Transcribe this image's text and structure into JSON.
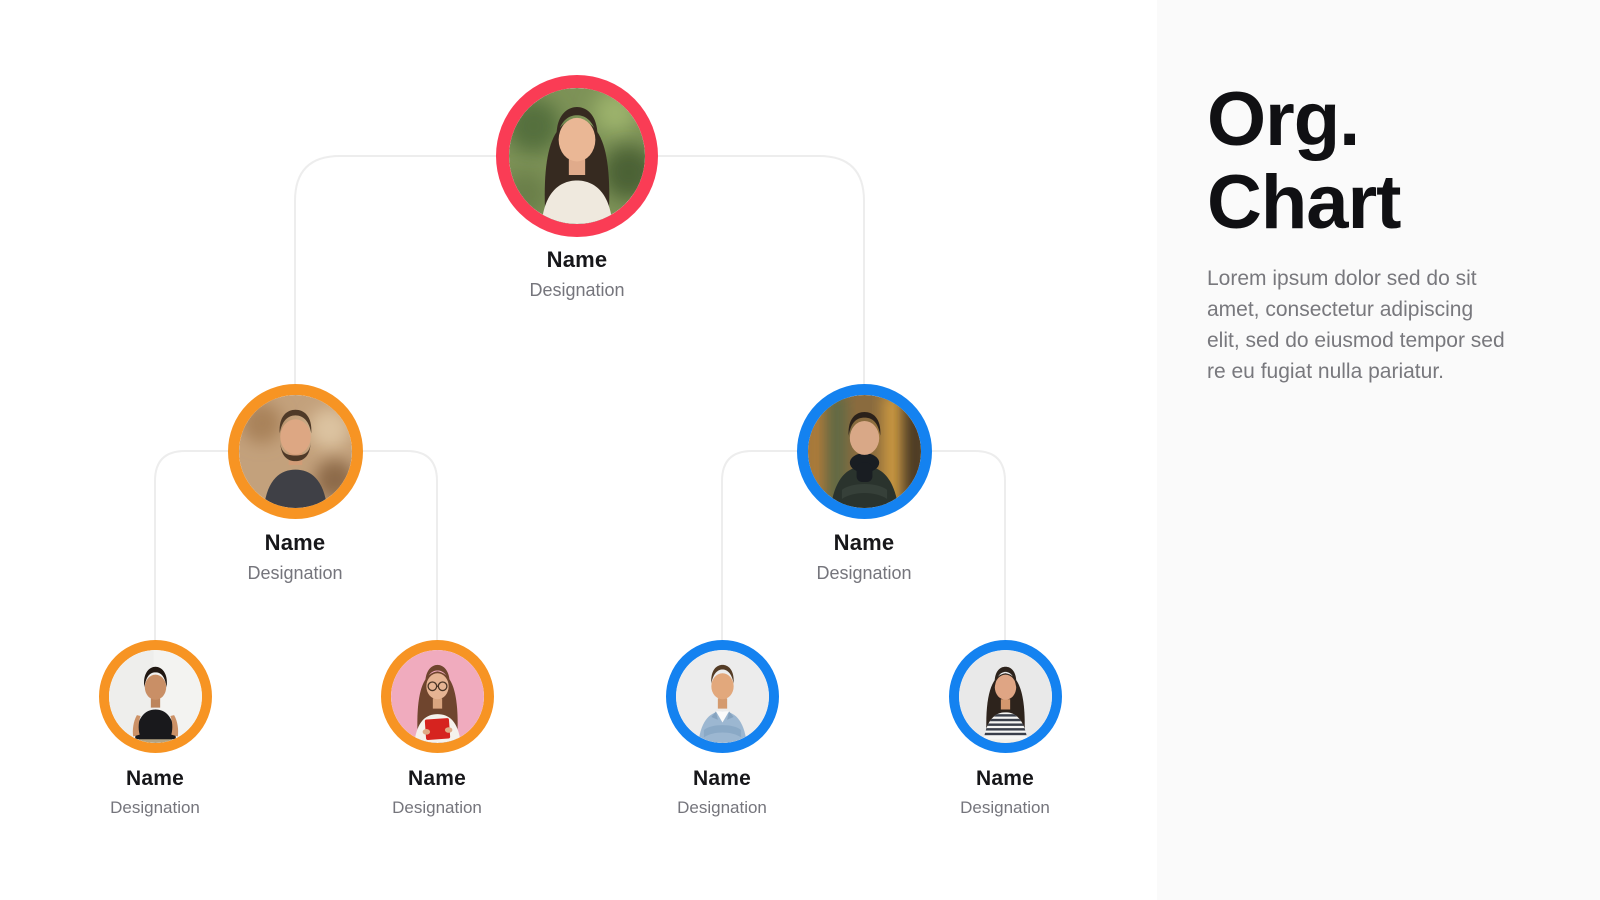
{
  "sidebar": {
    "title_lines": [
      "Org.",
      "Chart"
    ],
    "description_lines": [
      "Lorem ipsum dolor sed do sit",
      "amet, consectetur adipiscing",
      "elit, sed do eiusmod tempor sed",
      "re eu fugiat nulla pariatur."
    ]
  },
  "org_chart": {
    "root": {
      "name": "Name",
      "designation": "Designation",
      "ring_color": "#FA3C55",
      "avatar": "woman-long-hair-portrait",
      "children": [
        0,
        1
      ]
    },
    "level2": [
      {
        "name": "Name",
        "designation": "Designation",
        "ring_color": "#F79423",
        "avatar": "bearded-man-portrait",
        "children": [
          0,
          1
        ]
      },
      {
        "name": "Name",
        "designation": "Designation",
        "ring_color": "#1482F0",
        "avatar": "man-scarf-autumn-portrait",
        "children": [
          2,
          3
        ]
      }
    ],
    "level3": [
      {
        "name": "Name",
        "designation": "Designation",
        "ring_color": "#F79423",
        "avatar": "young-man-black-tshirt-portrait"
      },
      {
        "name": "Name",
        "designation": "Designation",
        "ring_color": "#F79423",
        "avatar": "woman-glasses-red-book-portrait"
      },
      {
        "name": "Name",
        "designation": "Designation",
        "ring_color": "#1482F0",
        "avatar": "man-denim-shirt-portrait"
      },
      {
        "name": "Name",
        "designation": "Designation",
        "ring_color": "#1482F0",
        "avatar": "woman-striped-top-portrait"
      }
    ]
  },
  "colors": {
    "background": "#FFFFFF",
    "sidebar_background": "#FAFAFA",
    "connector_line": "#EDEDED",
    "ring_red": "#FA3C55",
    "ring_orange": "#F79423",
    "ring_blue": "#1482F0",
    "name_text": "#17171A",
    "designation_text": "#75757C",
    "title_text": "#101013",
    "description_text": "#78787D"
  }
}
